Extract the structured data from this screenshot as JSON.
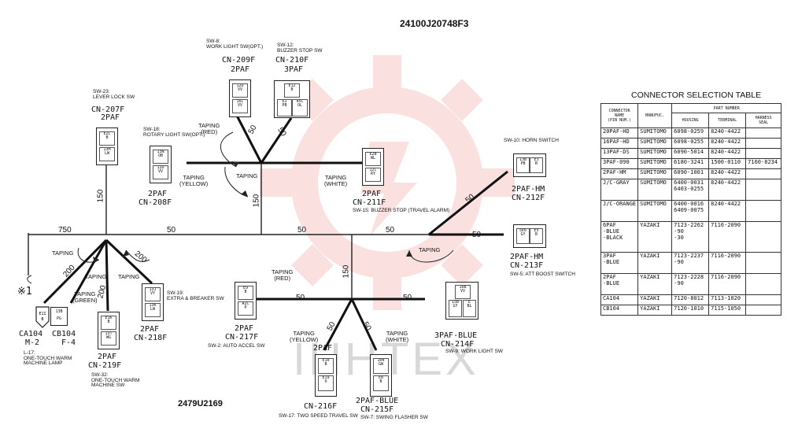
{
  "header": {
    "doc_number": "24100J20748F3",
    "drawing_number": "2479U2169"
  },
  "watermark": {
    "brand": "IHHTEX",
    "color": "#e84848"
  },
  "length_labels": [
    "50",
    "50",
    "150",
    "150",
    "750",
    "50",
    "50",
    "50",
    "200",
    "200",
    "200",
    "50",
    "150",
    "50",
    "50",
    "50",
    "50",
    "50"
  ],
  "taping_labels": [
    {
      "text": "TAPING\n(RED)"
    },
    {
      "text": "TAPING\n(YELLOW)"
    },
    {
      "text": "TAPING"
    },
    {
      "text": "TAPING\n(WHITE)"
    },
    {
      "text": "TAPING"
    },
    {
      "text": "TAPING"
    },
    {
      "text": "TAPING"
    },
    {
      "text": "TAPING"
    },
    {
      "text": "TAPING\n(GREEN)"
    },
    {
      "text": "TAPING\n(RED)"
    },
    {
      "text": "TAPING\n(YELLOW)"
    },
    {
      "text": "TAPING\n(WHITE)"
    }
  ],
  "connectors": [
    {
      "id": "cn209",
      "sw": "SW-8:\nWORK LIGHT SW(OPT.)",
      "type": "2PAF",
      "name": "CN-209F",
      "pins": [
        [
          "12D",
          "VV"
        ],
        [
          "16C",
          "VV"
        ]
      ]
    },
    {
      "id": "cn210",
      "sw": "SW-12:\nBUZZER STOP SW",
      "type": "3PAF",
      "name": "CN-210F",
      "pins": [
        [
          "E12",
          "B"
        ],
        [
          "61",
          "45C"
        ],
        [
          "PB",
          "OL"
        ]
      ]
    },
    {
      "id": "cn207",
      "sw": "SW-23:\nLEVER LOCK SW",
      "type": "2PAF",
      "name": "CN-207F",
      "pins": [
        [
          "E2C",
          "B"
        ],
        [
          "13M",
          "LW"
        ]
      ]
    },
    {
      "id": "cn208",
      "sw": "SW-18:\nROTARY LIGHT SW(OPT.)",
      "type": "2PAF",
      "name": "CN-208F",
      "pins": [
        [
          "13N",
          "OB"
        ],
        [
          "12D",
          "VV"
        ]
      ]
    },
    {
      "id": "cn211",
      "sw": "SW-15: BUZZER STOP (TRAVEL ALARM)",
      "type": "2PAF",
      "name": "CN-211F",
      "pins": [
        [
          "E2B",
          "WL"
        ],
        [
          "12C",
          "RY"
        ]
      ]
    },
    {
      "id": "cn212",
      "sw": "SW-10: HORN SWITCH",
      "type": "2PAF-HM",
      "name": "CN-212F",
      "pins": [
        [
          "13B",
          "E3"
        ],
        [
          "PB",
          "B"
        ]
      ]
    },
    {
      "id": "cn213",
      "sw": "SW-5: ATT BOOST SWITCH",
      "type": "2PAF-HM",
      "name": "CN-213F",
      "pins": [
        [
          "5E6",
          "E5"
        ],
        [
          "GY",
          "B"
        ]
      ]
    },
    {
      "id": "cn218",
      "sw": "SW-19:\nEXTRA & BREAKER SW",
      "type": "2PAF",
      "name": "CN-218F",
      "pins": [
        [
          "13J",
          "VY"
        ],
        [
          "13K",
          "LW"
        ]
      ]
    },
    {
      "id": "cn219",
      "sw": "SW-32:\nONE-TOUCH WARM\nMACHINE SW",
      "type": "2PAF",
      "name": "CN-219F",
      "pins": [
        [
          "E1K",
          "B"
        ],
        [
          "13T",
          "WG"
        ]
      ]
    },
    {
      "id": "cn217",
      "sw": "SW-2: AUTO ACCEL SW",
      "type": "2PAF",
      "name": "CN-217F",
      "pins": [
        [
          "E9",
          "B"
        ],
        [
          "A2C",
          "P"
        ]
      ]
    },
    {
      "id": "cn216",
      "sw": "SW-17: TWO SPEED TRAVEL SW",
      "type": "2PAF",
      "name": "CN-216F",
      "pins": [
        [
          "E10",
          "B"
        ],
        [
          "E19",
          "O"
        ]
      ]
    },
    {
      "id": "cn215",
      "sw": "SW-7: SWING FLASHER SW",
      "type": "2PAF-BLUE",
      "name": "CN-215F",
      "pins": [
        [
          "104",
          "GW"
        ],
        [
          "E8",
          "B"
        ]
      ]
    },
    {
      "id": "cn214",
      "sw": "SW-9: WORK LIGHT SW",
      "type": "3PAF-BLUE",
      "name": "CN-214F",
      "pins": [
        [
          "16B",
          "VV"
        ],
        [
          "15B",
          "GY"
        ],
        [
          "E",
          "BL"
        ]
      ]
    }
  ],
  "left_parts": {
    "star_label": "※1",
    "ca104": {
      "name": "CA104",
      "sub": "M-2"
    },
    "cb104": {
      "name": "CB104",
      "sub": "F-4",
      "pin_top": "13B",
      "pin_bot": "PG"
    },
    "l17": "L-17:\nONE-TOUCH WARM\nMACHINE LAMP"
  },
  "connector_table": {
    "title": "CONNECTOR SELECTION TABLE",
    "col_connector": "CONNECTOR\nNAME\n(PIN NUM.)",
    "col_manuf": "MANUFUC.",
    "col_part": "PART NUMBER",
    "col_housing": "HOUSING",
    "col_terminal": "TERMINAL",
    "col_seal": "HARNESS\nSEAL",
    "rows": [
      {
        "name": "20PAF-HD",
        "manuf": "SUMITOMO",
        "housing": "6098-0259",
        "terminal": "8240-4422",
        "seal": ""
      },
      {
        "name": "16PAF-HD",
        "manuf": "SUMITOMO",
        "housing": "6098-0255",
        "terminal": "8240-4422",
        "seal": ""
      },
      {
        "name": "13PAF-DS",
        "manuf": "SUMITOMO",
        "housing": "6090-5014",
        "terminal": "8240-4422",
        "seal": ""
      },
      {
        "name": "3PAF-090",
        "manuf": "SUMITOMO",
        "housing": "6180-3241",
        "terminal": "1500-0110",
        "seal": "7160-8234"
      },
      {
        "name": "2PAF-HM",
        "manuf": "SUMITOMO",
        "housing": "6090-1001",
        "terminal": "8240-4422",
        "seal": ""
      },
      {
        "name": "J/C-GRAY",
        "manuf": "SUMITOMO",
        "housing": "6400-0031\n6403-0255",
        "terminal": "8240-4422",
        "seal": ""
      },
      {
        "name": "J/C-ORANGE",
        "manuf": "SUMITOMO",
        "housing": "6400-0016\n6409-0075",
        "terminal": "8240-4422",
        "seal": ""
      },
      {
        "name": "6PAF\n-BLUE\n-BLACK",
        "manuf": "YAZAKI",
        "housing": "7123-2262\n-90\n-30",
        "terminal": "7116-2090",
        "seal": ""
      },
      {
        "name": "3PAF\n-BLUE",
        "manuf": "YAZAKI",
        "housing": "7123-2237\n-90",
        "terminal": "7116-2090",
        "seal": ""
      },
      {
        "name": "2PAF\n-BLUE",
        "manuf": "YAZAKI",
        "housing": "7123-2228\n-90",
        "terminal": "7116-2090",
        "seal": ""
      },
      {
        "name": "CA104",
        "manuf": "YAZAKI",
        "housing": "7120-8012",
        "terminal": "7113-1020",
        "seal": ""
      },
      {
        "name": "CB104",
        "manuf": "YAZAKI",
        "housing": "7120-1010",
        "terminal": "7115-1050",
        "seal": ""
      }
    ]
  }
}
